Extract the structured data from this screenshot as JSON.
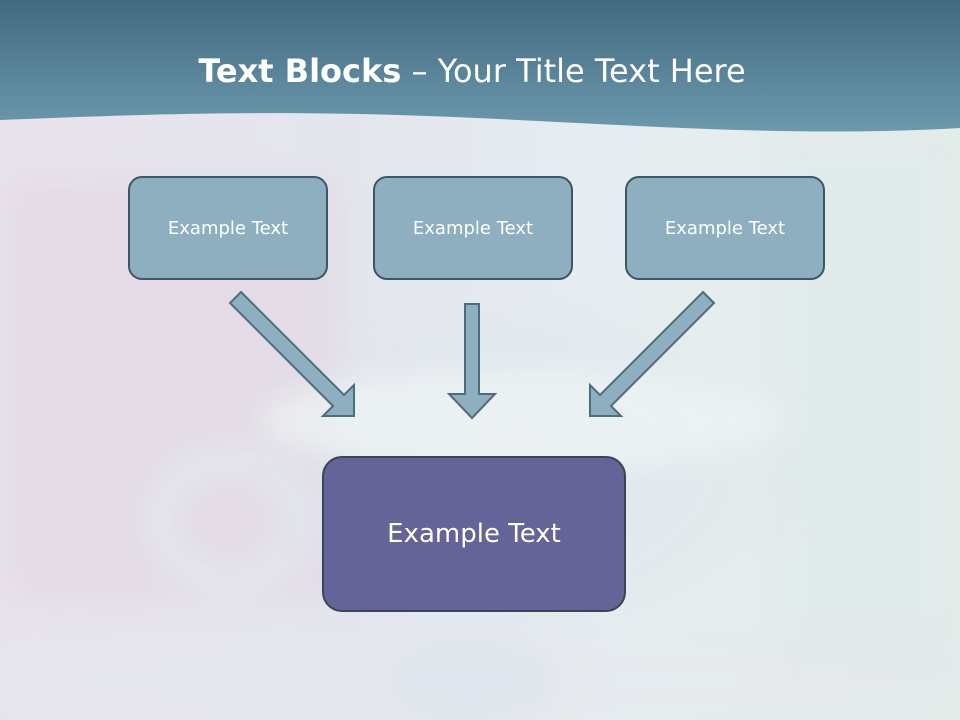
{
  "slide": {
    "title_bold": "Text Blocks",
    "title_dash": " – ",
    "title_rest": "Your Title Text Here"
  },
  "boxes": {
    "left": "Example Text",
    "center": "Example Text",
    "right": "Example Text",
    "bottom": "Example Text"
  },
  "colors": {
    "header": "#5b8aa2",
    "small_box_fill": "#8eafc0",
    "big_box_fill": "#646498",
    "arrow_fill": "#8eafc0",
    "arrow_stroke": "#4f6c7a"
  }
}
